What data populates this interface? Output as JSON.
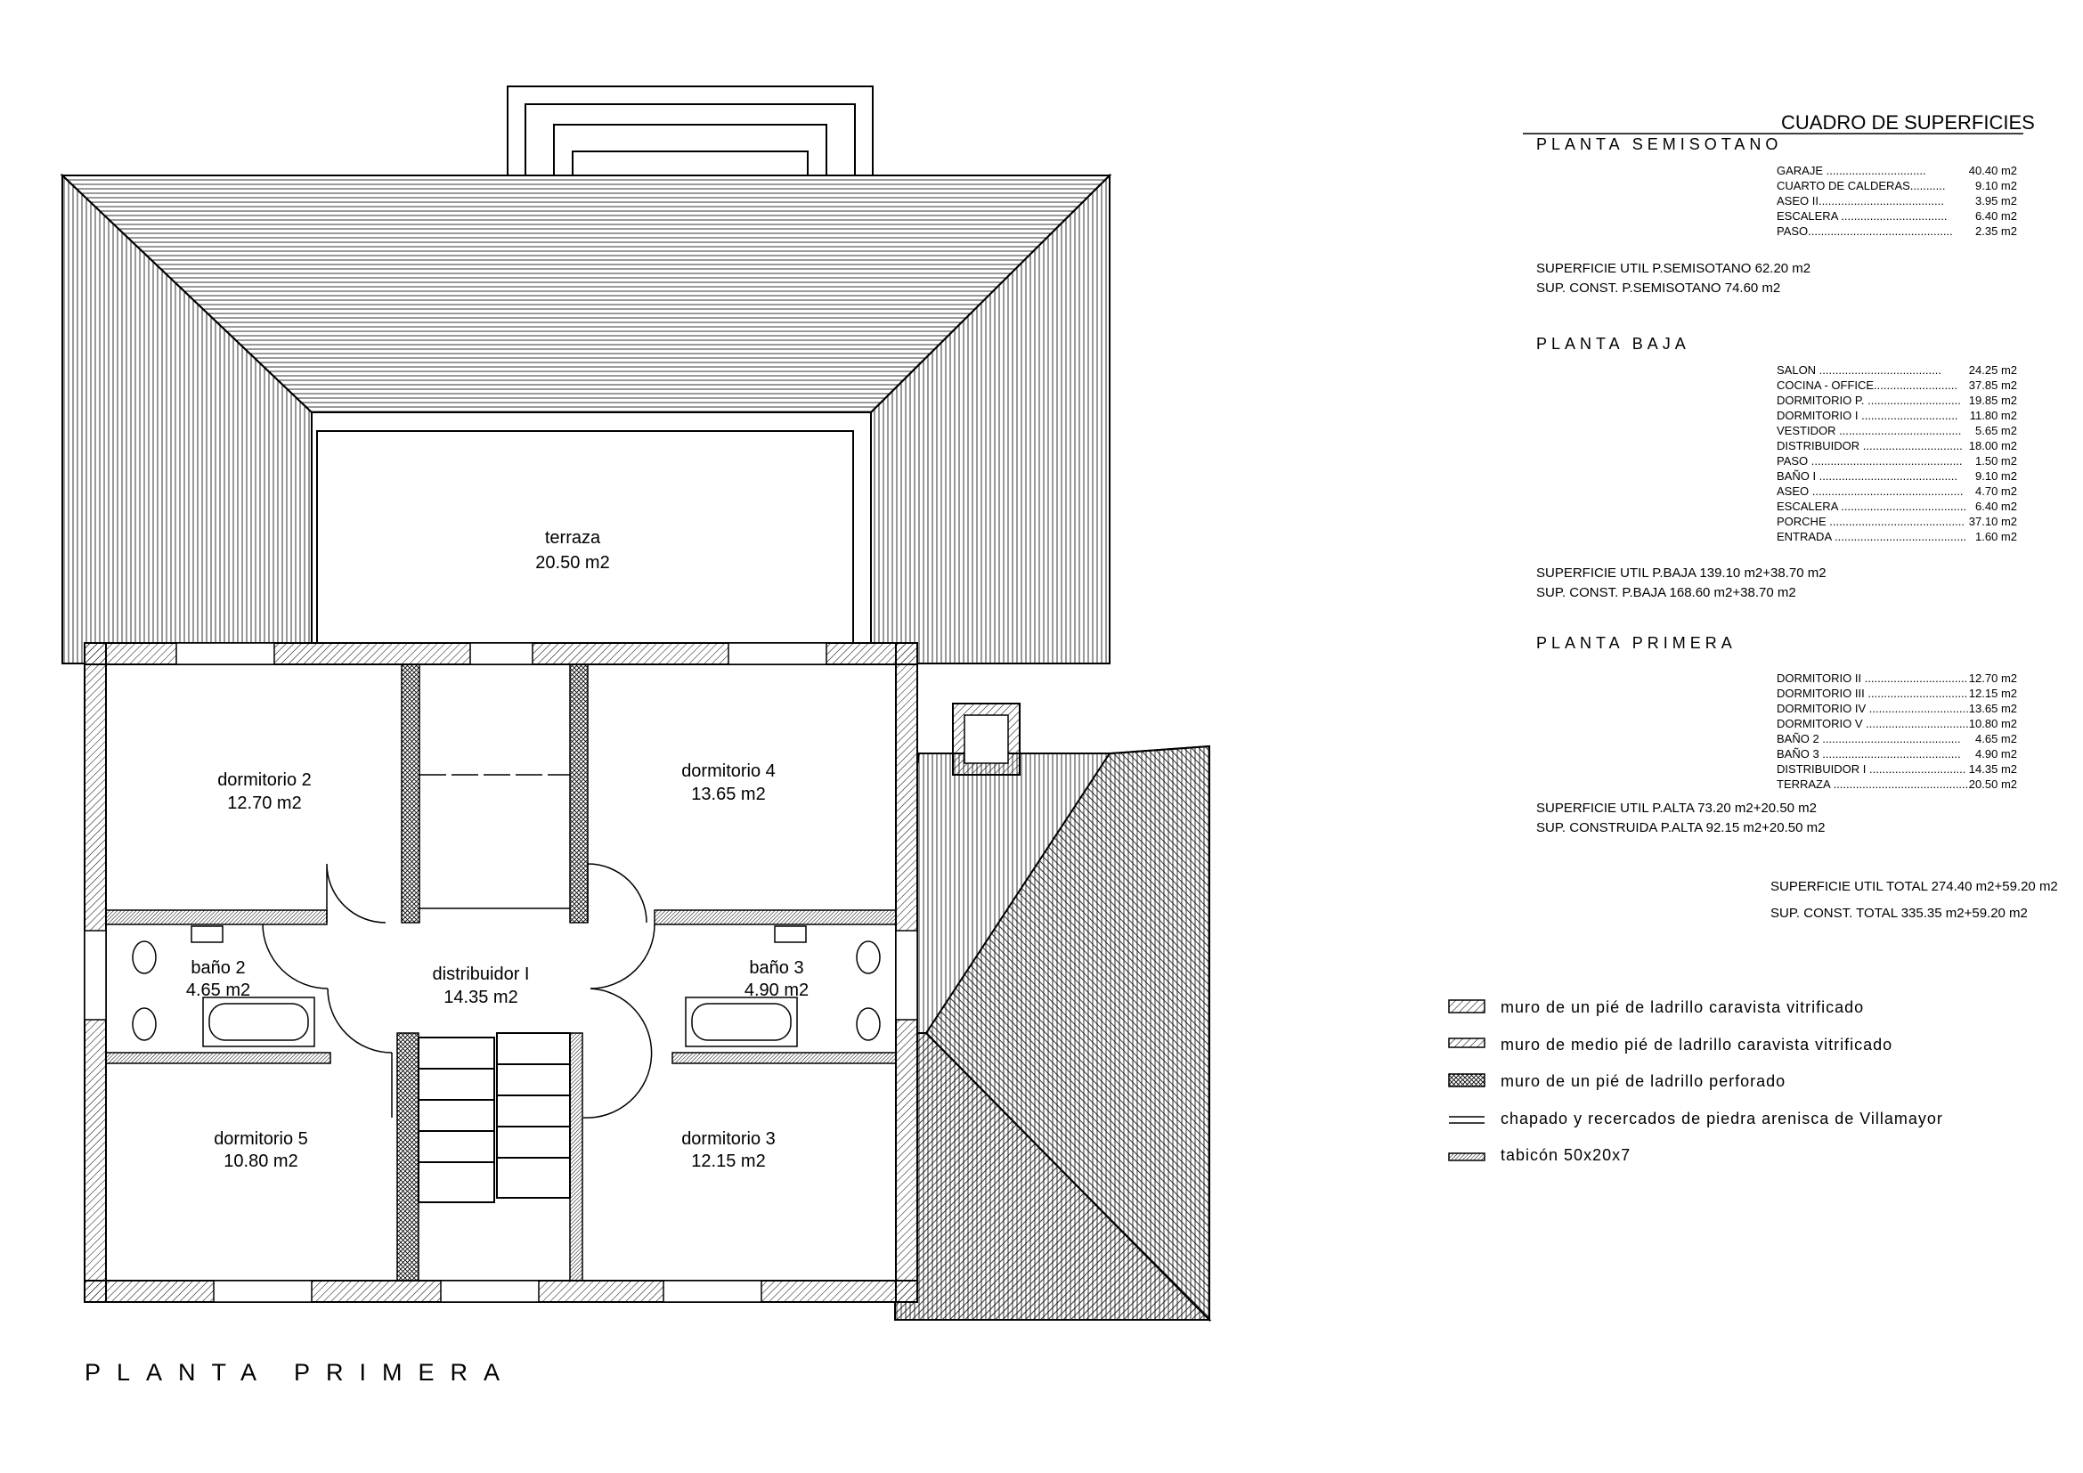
{
  "plan": {
    "title": "PLANTA PRIMERA",
    "rooms": [
      {
        "name": "terraza",
        "area": "20.50 m2"
      },
      {
        "name": "dormitorio 2",
        "area": "12.70 m2"
      },
      {
        "name": "dormitorio 4",
        "area": "13.65 m2"
      },
      {
        "name": "baño 2",
        "area": "4.65 m2"
      },
      {
        "name": "distribuidor I",
        "area": "14.35 m2"
      },
      {
        "name": "baño 3",
        "area": "4.90 m2"
      },
      {
        "name": "dormitorio 5",
        "area": "10.80 m2"
      },
      {
        "name": "dormitorio 3",
        "area": "12.15 m2"
      }
    ]
  },
  "surfaces_table": {
    "title": "CUADRO DE SUPERFICIES",
    "sections": [
      {
        "heading": "PLANTA SEMISOTANO",
        "items": [
          {
            "label": "GARAJE ...............................",
            "value": "40.40 m2"
          },
          {
            "label": "CUARTO DE CALDERAS...........",
            "value": "9.10 m2"
          },
          {
            "label": "ASEO II.......................................",
            "value": "3.95 m2"
          },
          {
            "label": "ESCALERA .................................",
            "value": "6.40 m2"
          },
          {
            "label": "PASO.............................................",
            "value": "2.35 m2"
          }
        ],
        "totals": [
          "SUPERFICIE UTIL P.SEMISOTANO 62.20 m2",
          "SUP. CONST. P.SEMISOTANO 74.60 m2"
        ]
      },
      {
        "heading": "PLANTA BAJA",
        "items": [
          {
            "label": "SALON ......................................",
            "value": "24.25 m2"
          },
          {
            "label": "COCINA - OFFICE..........................",
            "value": "37.85 m2"
          },
          {
            "label": "DORMITORIO P. .............................",
            "value": "19.85 m2"
          },
          {
            "label": "DORMITORIO I ..............................",
            "value": "11.80 m2"
          },
          {
            "label": "VESTIDOR ......................................",
            "value": "5.65 m2"
          },
          {
            "label": "DISTRIBUIDOR ...............................",
            "value": "18.00 m2"
          },
          {
            "label": "PASO ...............................................",
            "value": "1.50 m2"
          },
          {
            "label": "BAÑO I ...........................................",
            "value": "9.10 m2"
          },
          {
            "label": "ASEO ...............................................",
            "value": "4.70 m2"
          },
          {
            "label": "ESCALERA .......................................",
            "value": "6.40 m2"
          },
          {
            "label": "PORCHE ..........................................",
            "value": "37.10 m2"
          },
          {
            "label": "ENTRADA .........................................",
            "value": "1.60 m2"
          }
        ],
        "totals": [
          "SUPERFICIE UTIL P.BAJA 139.10 m2+38.70 m2",
          "SUP. CONST. P.BAJA 168.60 m2+38.70 m2"
        ]
      },
      {
        "heading": "PLANTA PRIMERA",
        "items": [
          {
            "label": "DORMITORIO II ................................",
            "value": "12.70 m2"
          },
          {
            "label": "DORMITORIO III ...............................",
            "value": "12.15 m2"
          },
          {
            "label": "DORMITORIO IV ...............................",
            "value": "13.65 m2"
          },
          {
            "label": "DORMITORIO V ................................",
            "value": "10.80 m2"
          },
          {
            "label": "BAÑO 2 ...........................................",
            "value": "4.65 m2"
          },
          {
            "label": "BAÑO 3 ...........................................",
            "value": "4.90 m2"
          },
          {
            "label": "DISTRIBUIDOR I ..............................",
            "value": "14.35 m2"
          },
          {
            "label": "TERRAZA ...........................................",
            "value": "20.50 m2"
          }
        ],
        "totals": [
          "SUPERFICIE UTIL P.ALTA 73.20 m2+20.50 m2",
          "SUP. CONSTRUIDA P.ALTA 92.15 m2+20.50 m2"
        ]
      }
    ],
    "grand_totals": [
      "SUPERFICIE UTIL TOTAL 274.40 m2+59.20 m2",
      "SUP. CONST. TOTAL 335.35 m2+59.20 m2"
    ]
  },
  "legend": [
    {
      "text": "muro de un pié de ladrillo caravista vitrificado",
      "pattern": "hatch-wide"
    },
    {
      "text": "muro de medio pié de ladrillo caravista vitrificado",
      "pattern": "hatch-narrow"
    },
    {
      "text": "muro de un pié de ladrillo perforado",
      "pattern": "cross-hatch"
    },
    {
      "text": "chapado y recercados de piedra arenisca de Villamayor",
      "pattern": "double-line"
    },
    {
      "text": "tabicón 50x20x7",
      "pattern": "dense-hatch"
    }
  ]
}
